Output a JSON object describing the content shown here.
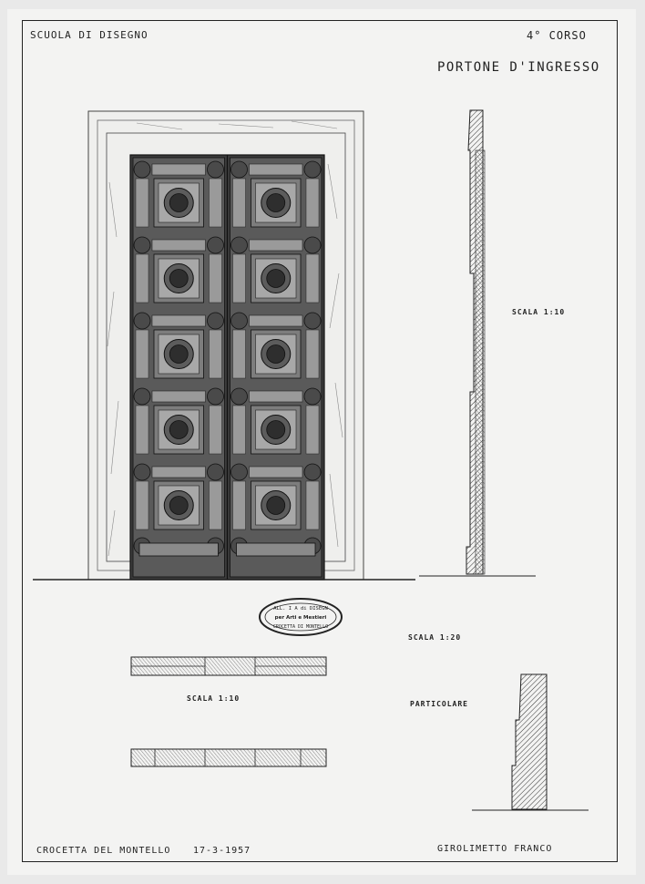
{
  "sheet": {
    "school": "SCUOLA DI DISEGNO",
    "course": "4° CORSO",
    "title": "PORTONE D'INGRESSO"
  },
  "labels": {
    "scale_side": "SCALA 1:10",
    "scale_main": "SCALA 1:20",
    "scale_plan": "SCALA 1:10",
    "detail": "PARTICOLARE"
  },
  "stamp": {
    "line1": "ALL. I A di DISEGN",
    "line2": "per Arti e Mestieri",
    "line3": "CROCETTA DI MONTELLO"
  },
  "footer": {
    "place": "CROCETTA DEL MONTELLO",
    "date": "17-3-1957",
    "author": "GIROLIMETTO FRANCO"
  },
  "door": {
    "leaves": 2,
    "panel_rows": 5
  }
}
